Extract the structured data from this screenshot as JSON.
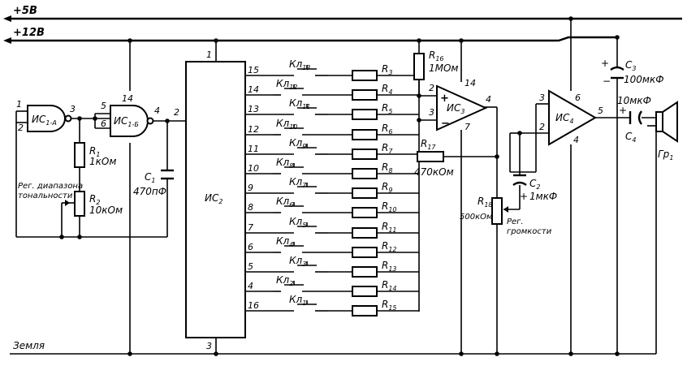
{
  "rails": {
    "v5": "+5В",
    "v12": "+12В",
    "ground": "Земля"
  },
  "gates": {
    "a": {
      "name": "ИС",
      "sub": "1-А",
      "pins": [
        "1",
        "2",
        "3"
      ]
    },
    "b": {
      "name": "ИС",
      "sub": "1-Б",
      "pins": [
        "5",
        "6",
        "14",
        "4"
      ]
    }
  },
  "ic2": {
    "name": "ИС",
    "sub": "2",
    "pin_top": "1",
    "pin_left": "2",
    "pin_bottom": "3",
    "outputs": [
      "15",
      "14",
      "13",
      "12",
      "11",
      "10",
      "9",
      "8",
      "7",
      "6",
      "5",
      "4",
      "16"
    ]
  },
  "keys": [
    {
      "name": "Кл",
      "sub": "13"
    },
    {
      "name": "Кл",
      "sub": "12"
    },
    {
      "name": "Кл",
      "sub": "11"
    },
    {
      "name": "Кл",
      "sub": "10"
    },
    {
      "name": "Кл",
      "sub": "9"
    },
    {
      "name": "Кл",
      "sub": "8"
    },
    {
      "name": "Кл",
      "sub": "7"
    },
    {
      "name": "Кл",
      "sub": "6"
    },
    {
      "name": "Кл",
      "sub": "5"
    },
    {
      "name": "Кл",
      "sub": "4"
    },
    {
      "name": "Кл",
      "sub": "3"
    },
    {
      "name": "Кл",
      "sub": "2"
    },
    {
      "name": "Кл",
      "sub": "1"
    }
  ],
  "resistors": [
    {
      "name": "R",
      "sub": "3"
    },
    {
      "name": "R",
      "sub": "4"
    },
    {
      "name": "R",
      "sub": "5"
    },
    {
      "name": "R",
      "sub": "6"
    },
    {
      "name": "R",
      "sub": "7"
    },
    {
      "name": "R",
      "sub": "8"
    },
    {
      "name": "R",
      "sub": "9"
    },
    {
      "name": "R",
      "sub": "10"
    },
    {
      "name": "R",
      "sub": "11"
    },
    {
      "name": "R",
      "sub": "12"
    },
    {
      "name": "R",
      "sub": "13"
    },
    {
      "name": "R",
      "sub": "14"
    },
    {
      "name": "R",
      "sub": "15"
    }
  ],
  "r1": {
    "name": "R",
    "sub": "1",
    "value": "1кОм"
  },
  "r2": {
    "name": "R",
    "sub": "2",
    "value": "10кОм",
    "caption": [
      "Рег. диапазона",
      "тональности"
    ]
  },
  "c1": {
    "name": "C",
    "sub": "1",
    "value": "470пФ"
  },
  "ic3": {
    "name": "ИС",
    "sub": "3",
    "pins": [
      "2",
      "14",
      "3",
      "4",
      "7"
    ],
    "plus": "+",
    "minus": "−"
  },
  "r16": {
    "name": "R",
    "sub": "16",
    "value": "1МОм"
  },
  "r17": {
    "name": "R",
    "sub": "17",
    "value": "470кОм"
  },
  "r18": {
    "name": "R",
    "sub": "18",
    "value": "500кОм",
    "caption": [
      "Рег.",
      "громкости"
    ]
  },
  "c2": {
    "name": "C",
    "sub": "2",
    "value": "1мкФ"
  },
  "ic4": {
    "name": "ИС",
    "sub": "4",
    "pins": [
      "3",
      "2",
      "6",
      "5",
      "4"
    ]
  },
  "c3": {
    "name": "C",
    "sub": "3",
    "value": "100мкФ"
  },
  "c4": {
    "name": "C",
    "sub": "4",
    "value": "10мкФ"
  },
  "speaker": {
    "name": "Гр",
    "sub": "1"
  }
}
